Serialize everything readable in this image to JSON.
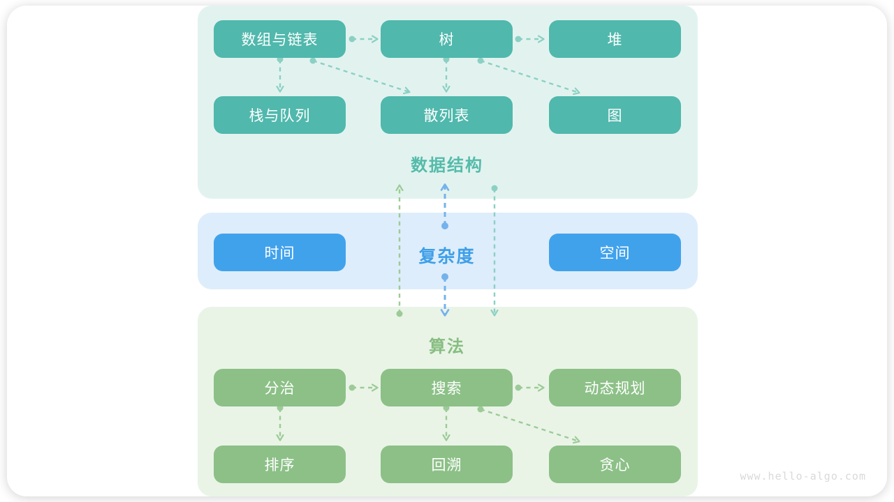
{
  "watermark": "www.hello-algo.com",
  "palette": {
    "teal_box": "#50B8AC",
    "blue_box": "#41A2EC",
    "green_box": "#8CC087",
    "teal_band": "#E2F3EF",
    "blue_band": "#DEEDFB",
    "green_band": "#E9F4E7",
    "teal_label": "#55BBAA",
    "blue_label": "#3E9FE8",
    "green_label": "#87BD81",
    "teal_arrow": "#8CD0C4",
    "blue_arrow": "#74B2EC",
    "green_arrow": "#9DCB97"
  },
  "sections": {
    "data_structures": {
      "label": "数据结构",
      "boxes": [
        "数组与链表",
        "树",
        "堆",
        "栈与队列",
        "散列表",
        "图"
      ]
    },
    "complexity": {
      "label": "复杂度",
      "boxes": [
        "时间",
        "空间"
      ]
    },
    "algorithms": {
      "label": "算法",
      "boxes": [
        "分治",
        "搜索",
        "动态规划",
        "排序",
        "回溯",
        "贪心"
      ]
    }
  },
  "edges": [
    {
      "from": "数组与链表",
      "to": "树",
      "color": "teal"
    },
    {
      "from": "树",
      "to": "堆",
      "color": "teal"
    },
    {
      "from": "数组与链表",
      "to": "栈与队列",
      "color": "teal"
    },
    {
      "from": "数组与链表",
      "to": "散列表",
      "color": "teal"
    },
    {
      "from": "树",
      "to": "散列表",
      "color": "teal"
    },
    {
      "from": "树",
      "to": "图",
      "color": "teal"
    },
    {
      "from": "算法",
      "to": "数据结构",
      "color": "green"
    },
    {
      "from": "复杂度",
      "to": "数据结构",
      "color": "blue"
    },
    {
      "from": "复杂度",
      "to": "算法",
      "color": "blue"
    },
    {
      "from": "数据结构",
      "to": "算法",
      "color": "teal"
    },
    {
      "from": "分治",
      "to": "搜索",
      "color": "green"
    },
    {
      "from": "搜索",
      "to": "动态规划",
      "color": "green"
    },
    {
      "from": "分治",
      "to": "排序",
      "color": "green"
    },
    {
      "from": "搜索",
      "to": "回溯",
      "color": "green"
    },
    {
      "from": "搜索",
      "to": "贪心",
      "color": "green"
    }
  ]
}
